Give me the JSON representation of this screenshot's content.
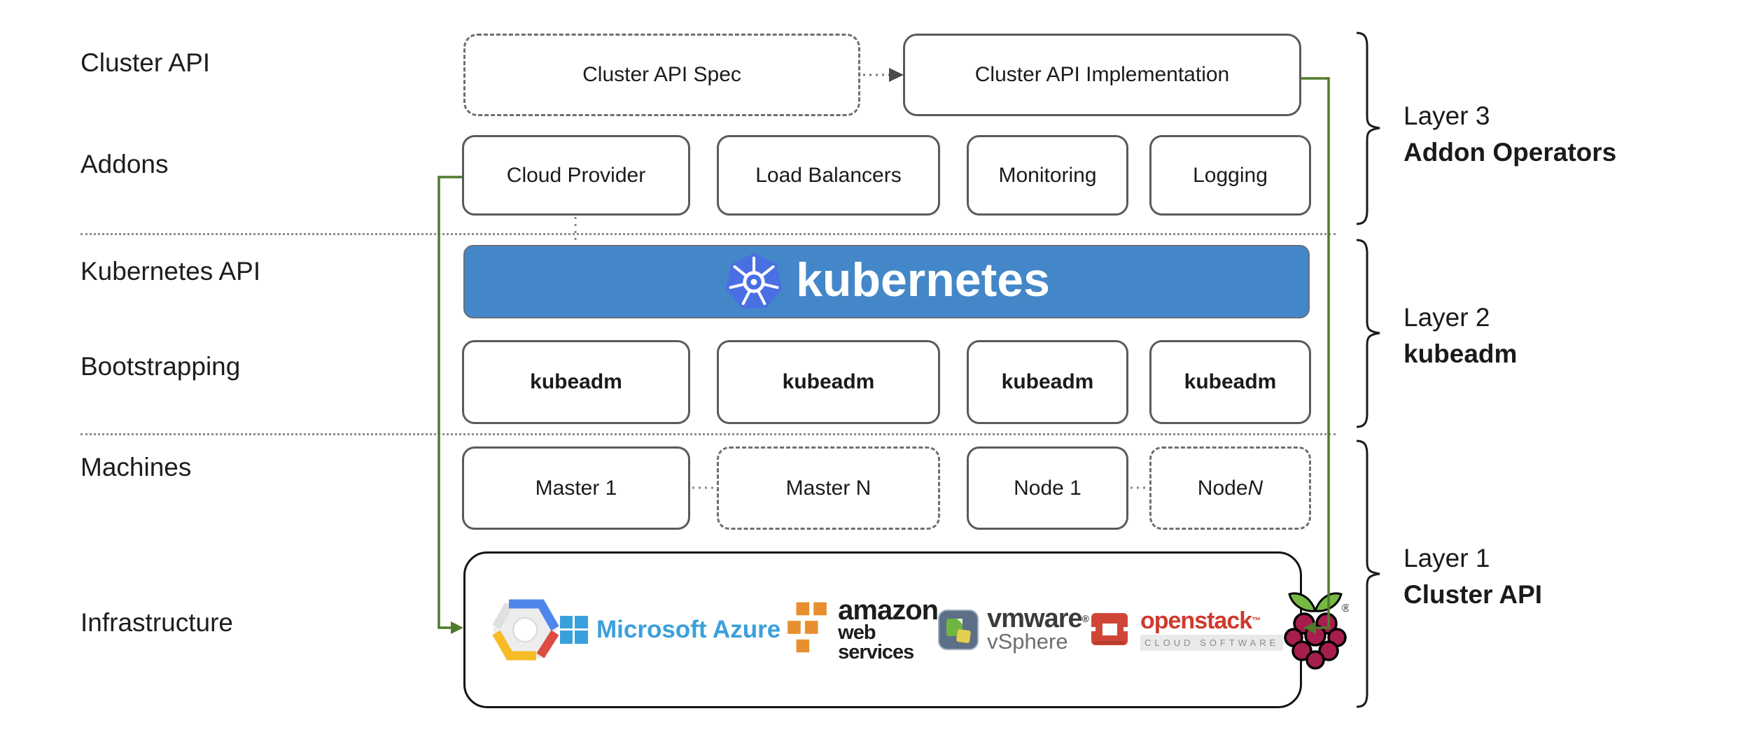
{
  "diagram": {
    "row_labels": [
      "Cluster API",
      "Addons",
      "Kubernetes API",
      "Bootstrapping",
      "Machines",
      "Infrastructure"
    ],
    "cluster_api_row": {
      "spec": "Cluster API Spec",
      "implementation": "Cluster API Implementation"
    },
    "addons_boxes": [
      "Cloud Provider",
      "Load Balancers",
      "Monitoring",
      "Logging"
    ],
    "kubernetes_banner": {
      "wordmark": "kubernetes"
    },
    "kubeadm_boxes": [
      "kubeadm",
      "kubeadm",
      "kubeadm",
      "kubeadm"
    ],
    "machines_boxes": {
      "master1": "Master 1",
      "masterN": "Master N",
      "node1": "Node 1",
      "nodeN_prefix": "Node ",
      "nodeN_italic": "N"
    },
    "infrastructure": {
      "azure_label": "Microsoft Azure",
      "aws_line1": "amazon",
      "aws_line2": "web services",
      "vmware_name": "vmware",
      "vmware_reg": "®",
      "vmware_product": "vSphere",
      "openstack_name": "openstack",
      "openstack_tm": "™",
      "openstack_tagline": "CLOUD SOFTWARE",
      "rpi_reg": "®",
      "icons": [
        "google-cloud-icon",
        "microsoft-azure-icon",
        "aws-cubes-icon",
        "vmware-icon",
        "openstack-icon",
        "raspberry-pi-icon"
      ]
    },
    "layers": [
      {
        "line1": "Layer 3",
        "line2": "Addon Operators"
      },
      {
        "line1": "Layer 2",
        "line2": "kubeadm"
      },
      {
        "line1": "Layer 1",
        "line2": "Cluster API"
      }
    ],
    "colors": {
      "banner_blue": "#4387c8",
      "k8s_logo_blue": "#4a6fe3",
      "connector_green": "#4e7b2c",
      "box_border_gray": "#5a5a5a",
      "azure_blue": "#3aa0db",
      "aws_orange": "#e78f2e",
      "openstack_red": "#cf3a2d",
      "rpi_berry": "#a61e4d",
      "rpi_leaf": "#75b843"
    }
  }
}
